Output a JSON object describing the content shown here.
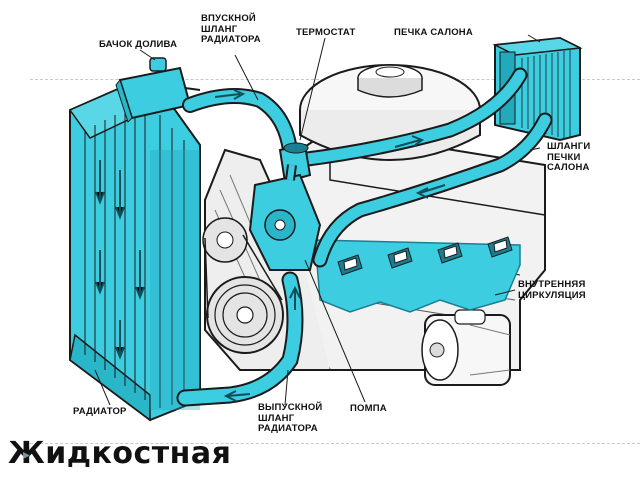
{
  "labels": {
    "expansion_tank": "БАЧОК ДОЛИВА",
    "inlet_hose": "ВПУСКНОЙ\nШЛАНГ\nРАДИАТОРА",
    "thermostat": "ТЕРМОСТАТ",
    "cabin_heater": "ПЕЧКА САЛОНА",
    "heater_hoses": "ШЛАНГИ\nПЕЧКИ\nСАЛОНА",
    "internal_circulation": "ВНУТРЕННЯЯ\nЦИРКУЛЯЦИЯ",
    "radiator": "РАДИАТОР",
    "outlet_hose": "ВЫПУСКНОЙ\nШЛАНГ\nРАДИАТОРА",
    "pump": "ПОМПА"
  },
  "caption": "Жидкостная",
  "colors": {
    "coolant": "#3ccde0",
    "coolant_dark": "#1a7f93",
    "outline": "#1b1b1b",
    "engine": "#f2f2f2",
    "background": "#ffffff"
  },
  "icons": {
    "flow_arrows": "arrow-icon",
    "caption_marker": "triangle-bullet-icon"
  }
}
